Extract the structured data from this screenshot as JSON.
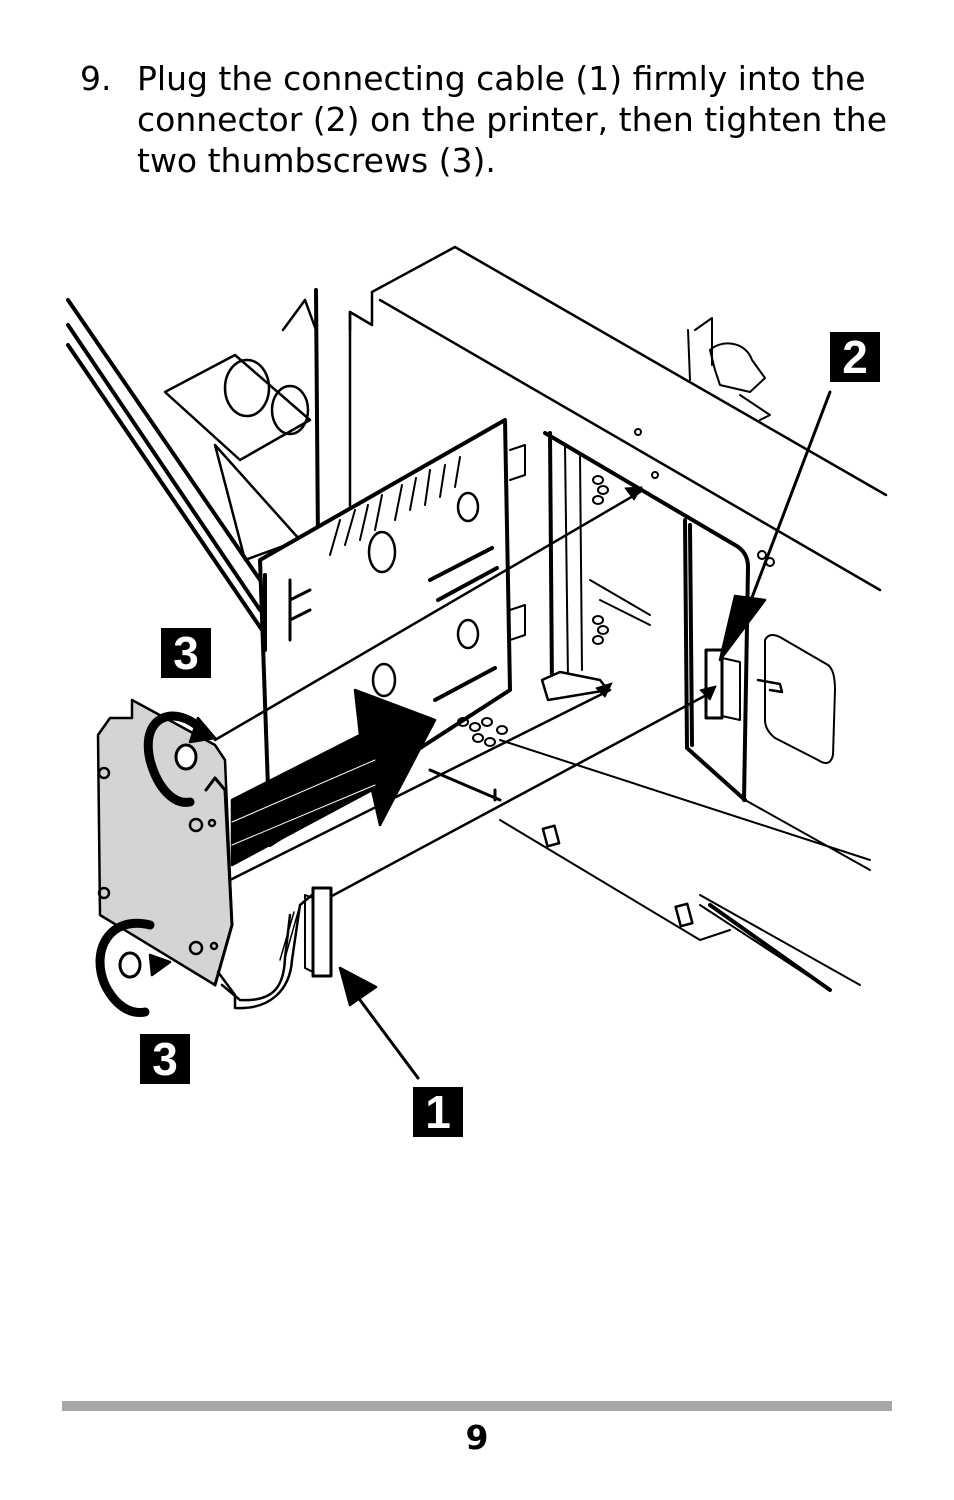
{
  "step": {
    "number": "9.",
    "text": "Plug the connecting cable (1) firmly into the connector (2) on the printer, then tighten the two thumbscrews (3)."
  },
  "figure": {
    "callouts": {
      "cable": "1",
      "connector": "2",
      "thumbscrew_top": "3",
      "thumbscrew_bottom": "3"
    }
  },
  "footer": {
    "page_number": "9"
  },
  "colors": {
    "rule": "#a8a8a8",
    "panel_fill": "#d4d4d4",
    "callout_bg": "#000000"
  }
}
